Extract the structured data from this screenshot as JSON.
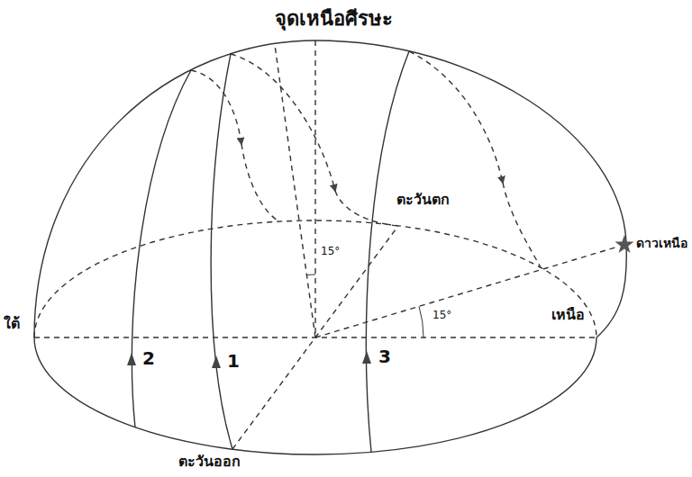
{
  "diagram": {
    "labels": [
      "จุดเหนือศีรษะ",
      "ตะวันตก",
      "ดาวเหนือ",
      "ใต้",
      "เหนือ",
      "15°",
      "15°",
      "2",
      "1",
      "3",
      "ตะวันออก"
    ]
  }
}
